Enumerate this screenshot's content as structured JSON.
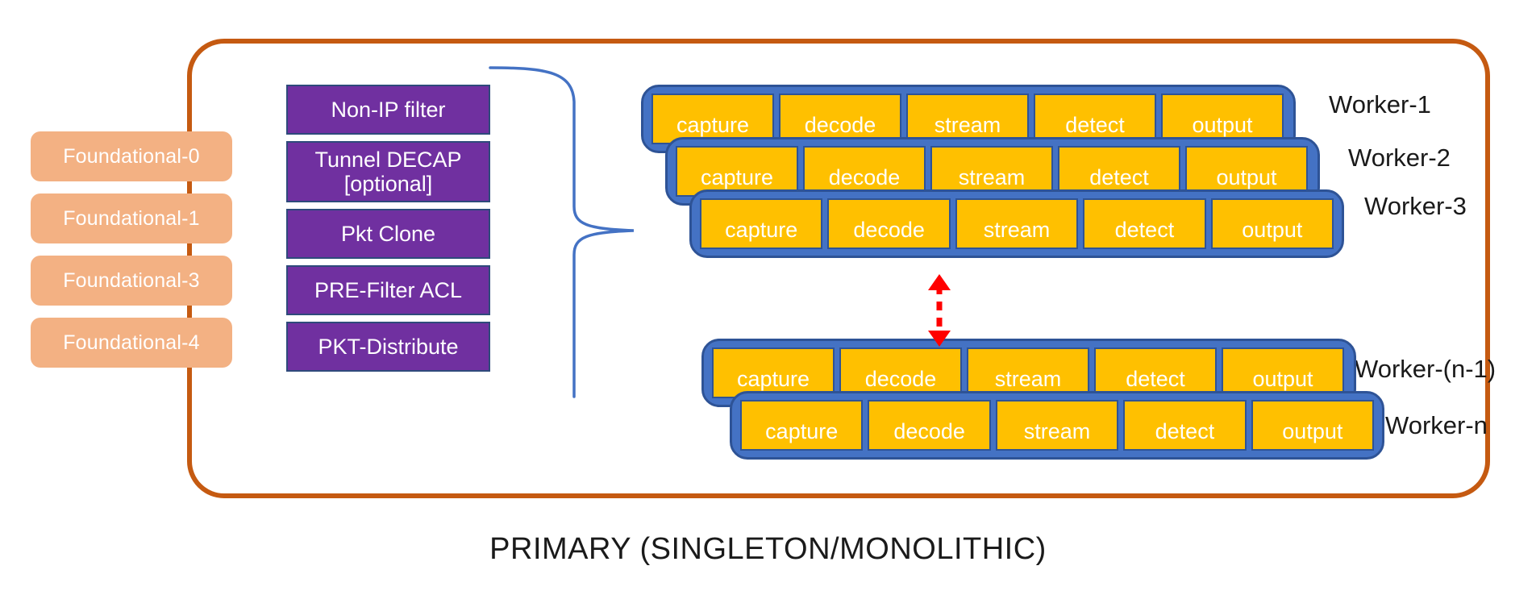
{
  "diagram": {
    "caption": "PRIMARY (SINGLETON/MONOLITHIC)",
    "container_label": "PRIMARY (SINGLETON/MONOLITHIC)",
    "colors": {
      "container_border": "#C55A11",
      "foundational_fill": "#F3B183",
      "stage_fill": "#7030A0",
      "stage_border": "#2E4A7B",
      "worker_frame": "#4472C4",
      "worker_frame_border": "#2E5396",
      "pipeline_cell": "#FFC000",
      "arrow": "#FF0000",
      "brace": "#4472C4",
      "label_text": "#1a1a1a",
      "box_text": "#FFFFFF"
    }
  },
  "foundational": {
    "items": [
      {
        "label": "Foundational-0"
      },
      {
        "label": "Foundational-1"
      },
      {
        "label": "Foundational-3"
      },
      {
        "label": "Foundational-4"
      }
    ]
  },
  "primary_stages": {
    "items": [
      {
        "label": "Non-IP filter"
      },
      {
        "label": "Tunnel DECAP [optional]"
      },
      {
        "label": "Pkt Clone"
      },
      {
        "label": "PRE-Filter ACL"
      },
      {
        "label": "PKT-Distribute"
      }
    ]
  },
  "workers": {
    "pipeline_stages": [
      "capture",
      "decode",
      "stream",
      "detect",
      "output"
    ],
    "rows": [
      {
        "label": "Worker-1",
        "stages": [
          "capture",
          "decode",
          "stream",
          "detect",
          "output"
        ]
      },
      {
        "label": "Worker-2",
        "stages": [
          "capture",
          "decode",
          "stream",
          "detect",
          "output"
        ]
      },
      {
        "label": "Worker-3",
        "stages": [
          "capture",
          "decode",
          "stream",
          "detect",
          "output"
        ]
      },
      {
        "label": "Worker-(n-1)",
        "stages": [
          "capture",
          "decode",
          "stream",
          "detect",
          "output"
        ]
      },
      {
        "label": "Worker-n",
        "stages": [
          "capture",
          "decode",
          "stream",
          "detect",
          "output"
        ]
      }
    ]
  },
  "connectors": {
    "brace_name": "curly-brace-right",
    "vertical_arrow_name": "bidirectional-dashed-arrow"
  }
}
